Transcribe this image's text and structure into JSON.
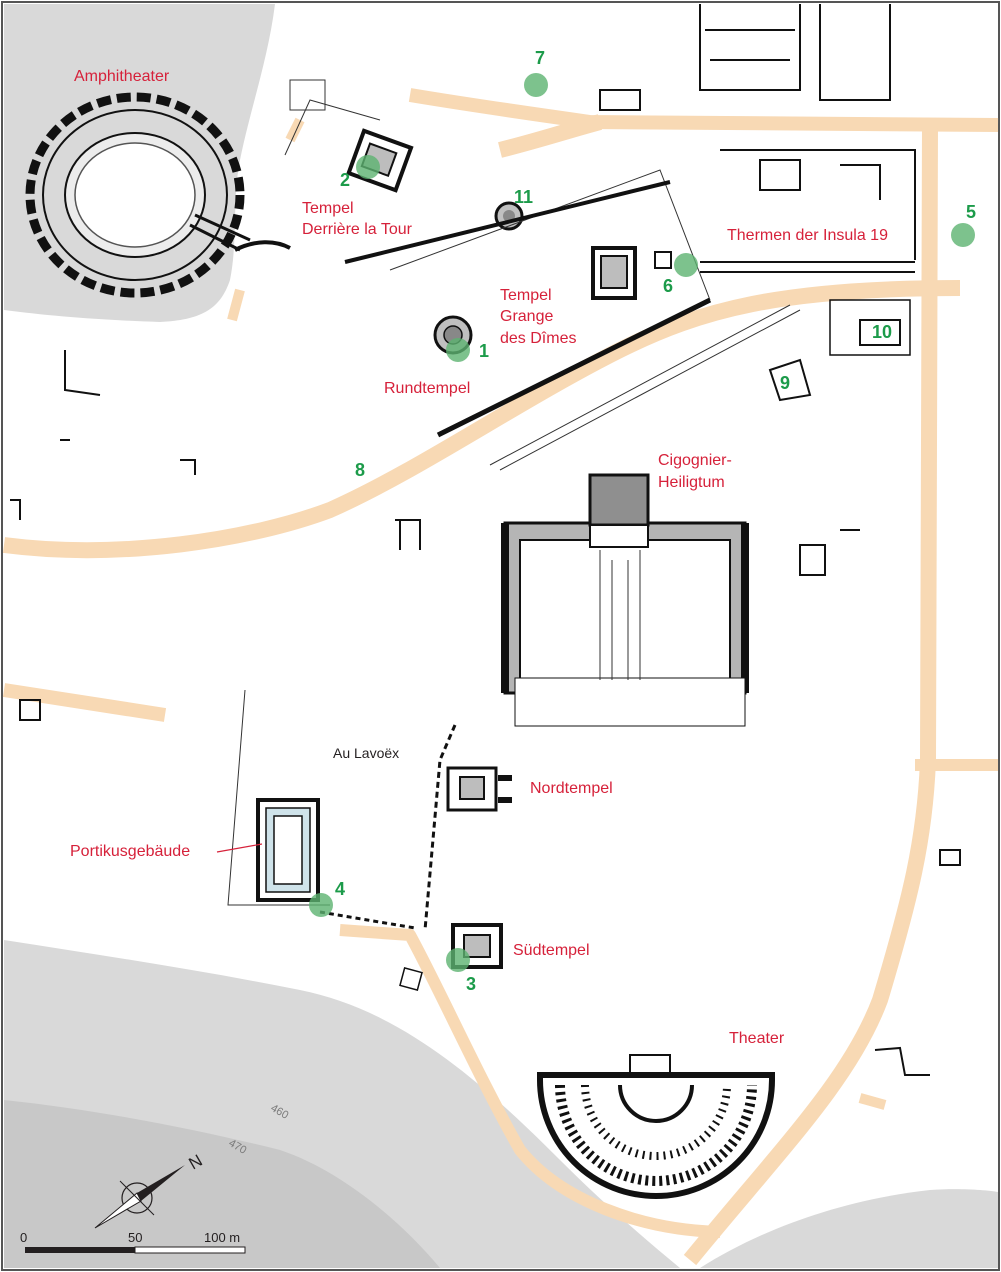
{
  "map": {
    "labels": {
      "amphitheater": "Amphitheater",
      "tempel_derriere_1": "Tempel",
      "tempel_derriere_2": "Derrière la Tour",
      "tempel_grange_1": "Tempel",
      "tempel_grange_2": "Grange",
      "tempel_grange_3": "des Dîmes",
      "rundtempel": "Rundtempel",
      "thermen": "Thermen der Insula 19",
      "cigognier_1": "Cigognier-",
      "cigognier_2": "Heiligtum",
      "au_lavoex": "Au Lavoëx",
      "nordtempel": "Nordtempel",
      "portikus": "Portikusgebäude",
      "suedtempel": "Südtempel",
      "theater": "Theater"
    },
    "markers": {
      "m1": "1",
      "m2": "2",
      "m3": "3",
      "m4": "4",
      "m5": "5",
      "m6": "6",
      "m7": "7",
      "m8": "8",
      "m9": "9",
      "m10": "10",
      "m11": "11"
    },
    "contours": {
      "c460": "460",
      "c470": "470"
    },
    "north": "N",
    "scale": {
      "s0": "0",
      "s50": "50",
      "s100": "100 m"
    },
    "colors": {
      "labels": "#d6213a",
      "markers": "#1c9b4a",
      "roads": "#f8d9b4",
      "terrain": "#d9d9d9"
    }
  }
}
